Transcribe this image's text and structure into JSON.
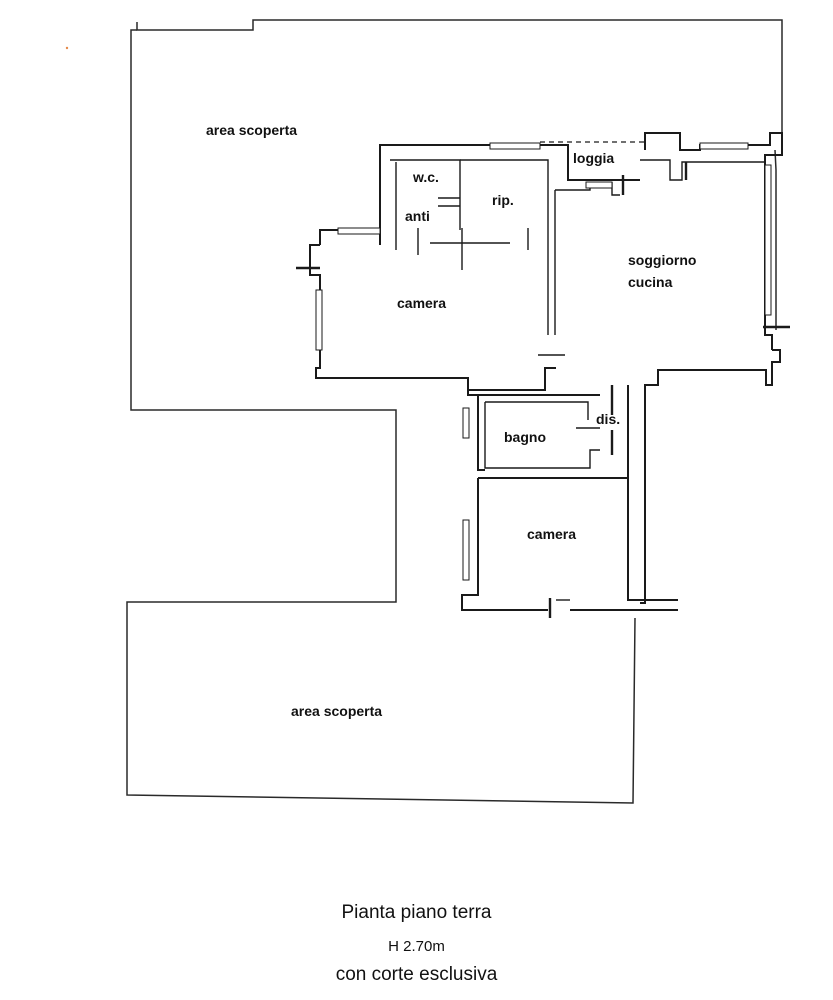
{
  "rooms": {
    "area_scoperta_top": "area scoperta",
    "wc": "w.c.",
    "anti": "anti",
    "rip": "rip.",
    "loggia": "loggia",
    "soggiorno": "soggiorno",
    "cucina": "cucina",
    "camera_1": "camera",
    "bagno": "bagno",
    "dis": "dis.",
    "camera_2": "camera",
    "area_scoperta_bottom": "area scoperta"
  },
  "caption": {
    "title": "Pianta piano terra",
    "height": "H 2.70m",
    "subtitle": "con corte esclusiva"
  }
}
